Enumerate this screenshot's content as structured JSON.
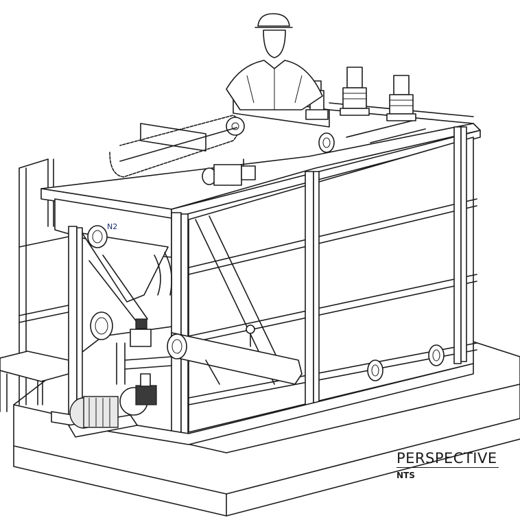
{
  "drawing": {
    "view_title": "PERSPECTIVE",
    "scale_note": "NTS",
    "nozzle_label": "N2"
  },
  "colors": {
    "line": "#1a1a1a",
    "paper": "#ffffff",
    "tag_text": "#1a2a6a"
  }
}
